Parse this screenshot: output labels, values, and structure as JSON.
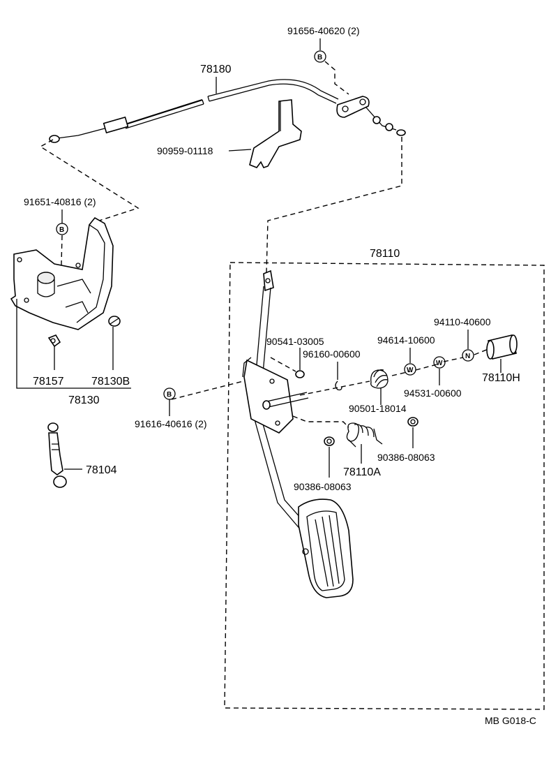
{
  "labels": {
    "p78180": "78180",
    "p91656": "91656-40620 (2)",
    "p90959": "90959-01118",
    "p91651": "91651-40816 (2)",
    "p78157": "78157",
    "p78130B": "78130B",
    "p78130": "78130",
    "p78104": "78104",
    "p91616": "91616-40616 (2)",
    "p78110": "78110",
    "p90541": "90541-03005",
    "p96160": "96160-00600",
    "p94614": "94614-10600",
    "p94110": "94110-40600",
    "p78110H": "78110H",
    "p94531": "94531-00600",
    "p90501": "90501-18014",
    "p90386a": "90386-08063",
    "p90386b": "90386-08063",
    "p78110A": "78110A",
    "footer_code": "MB G018-C"
  },
  "markers": {
    "b1": "B",
    "b2": "B",
    "b3": "B",
    "w1": "W",
    "w2": "W",
    "n1": "N"
  }
}
